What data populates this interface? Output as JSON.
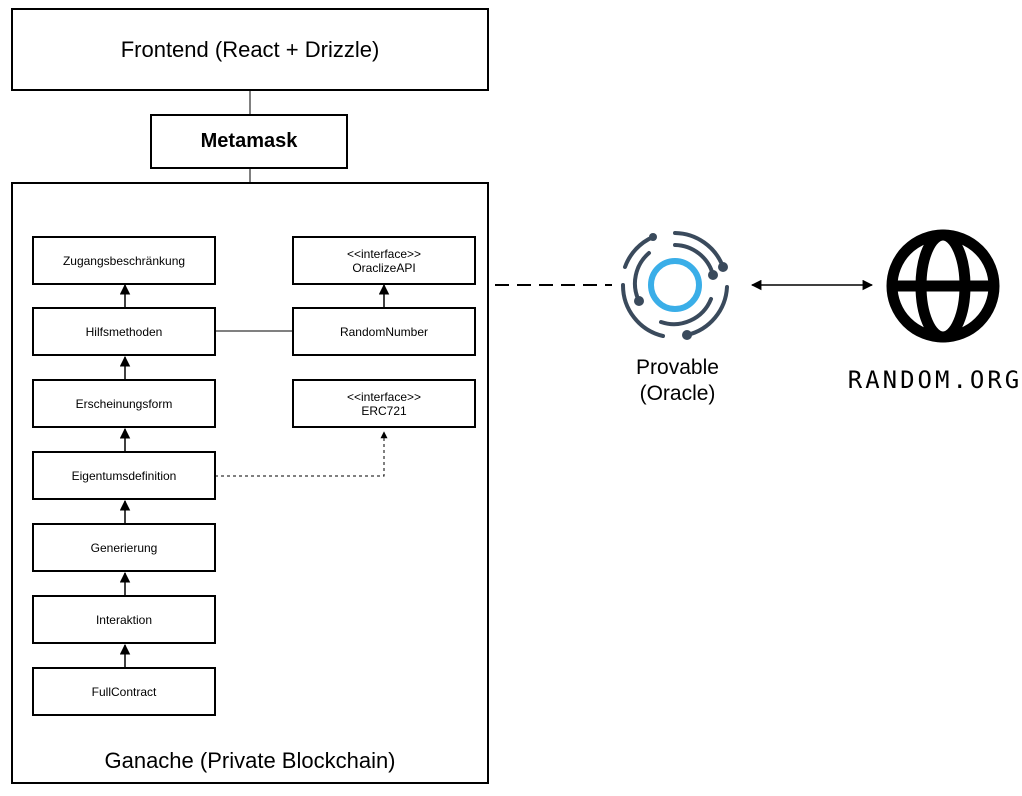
{
  "frontend": {
    "label": "Frontend (React + Drizzle)"
  },
  "metamask": {
    "label": "Metamask"
  },
  "ganache": {
    "label": "Ganache (Private Blockchain)"
  },
  "contracts": {
    "zugang": "Zugangsbeschränkung",
    "hilfsmethoden": "Hilfsmethoden",
    "erscheinungsform": "Erscheinungsform",
    "eigentumsdefinition": "Eigentumsdefinition",
    "generierung": "Generierung",
    "interaktion": "Interaktion",
    "fullcontract": "FullContract",
    "randomnumber": "RandomNumber"
  },
  "interfaces": {
    "stereotype": "<<interface>>",
    "oraclize": "OraclizeAPI",
    "erc721": "ERC721"
  },
  "oracle": {
    "line1": "Provable",
    "line2": "(Oracle)",
    "icon": "provable-logo"
  },
  "random_org": {
    "label": "RANDOM.ORG",
    "icon": "globe-icon"
  },
  "colors": {
    "accent": "#3aaee8",
    "logo_dark": "#3a4a5c"
  }
}
